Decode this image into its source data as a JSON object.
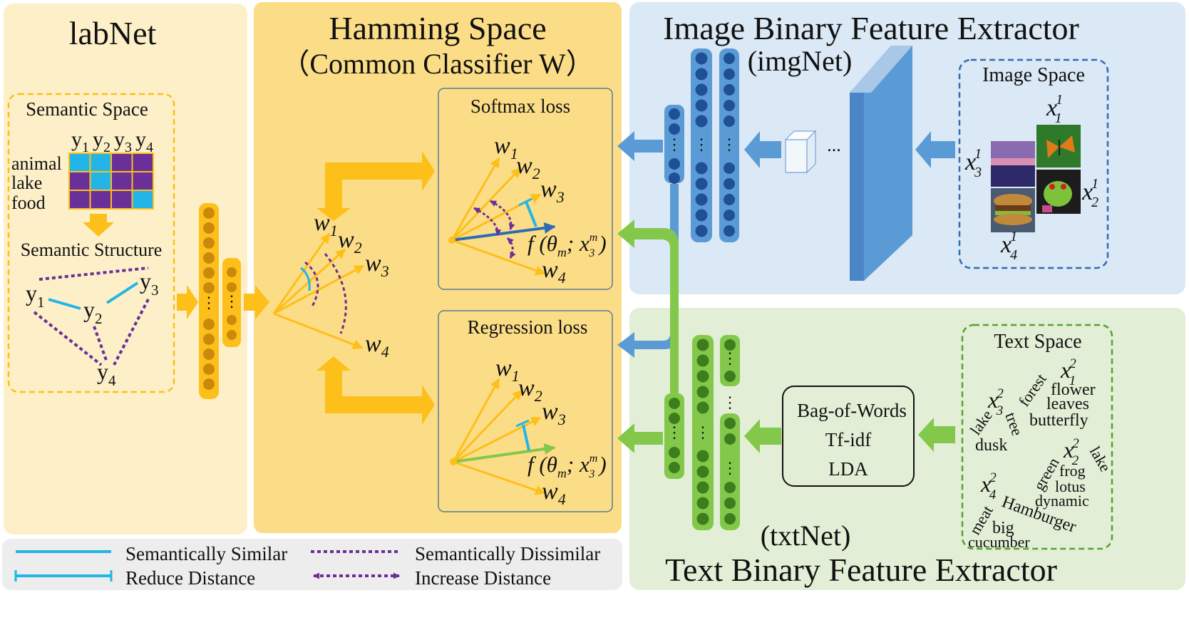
{
  "labnet": {
    "title": "labNet",
    "semantic_space_label": "Semantic Space",
    "y_labels": [
      "y",
      "y",
      "y",
      "y"
    ],
    "y_subs": [
      "1",
      "2",
      "3",
      "4"
    ],
    "row_labels": [
      "animal",
      "lake",
      "food"
    ],
    "grid_pattern": [
      [
        "cyan",
        "cyan",
        "purple",
        "purple"
      ],
      [
        "purple",
        "cyan",
        "purple",
        "purple"
      ],
      [
        "purple",
        "purple",
        "purple",
        "cyan"
      ]
    ],
    "semantic_structure_label": "Semantic Structure",
    "nodes": [
      {
        "v": "y",
        "s": "1"
      },
      {
        "v": "y",
        "s": "2"
      },
      {
        "v": "y",
        "s": "3"
      },
      {
        "v": "y",
        "s": "4"
      }
    ]
  },
  "hamming": {
    "title": "Hamming Space",
    "subtitle": "（Common Classifier W）",
    "softmax_label": "Softmax loss",
    "regression_label": "Regression loss",
    "w": [
      {
        "v": "w",
        "s": "1"
      },
      {
        "v": "w",
        "s": "2"
      },
      {
        "v": "w",
        "s": "3"
      },
      {
        "v": "w",
        "s": "4"
      }
    ],
    "f_text": "f (θ",
    "f_sub": "m",
    "f_mid": "; x",
    "f_sup": "m",
    "f_sub2": "3",
    "f_end": ")"
  },
  "imgnet": {
    "title": "Image Binary Feature Extractor",
    "subtitle": "(imgNet)",
    "space_label": "Image Space",
    "ellipsis": "...",
    "dots": "⋮",
    "x_labels": [
      {
        "v": "x",
        "sub": "1",
        "sup": "1"
      },
      {
        "v": "x",
        "sub": "2",
        "sup": "1"
      },
      {
        "v": "x",
        "sub": "3",
        "sup": "1"
      },
      {
        "v": "x",
        "sub": "4",
        "sup": "1"
      }
    ]
  },
  "txtnet": {
    "title": "Text Binary Feature Extractor",
    "subtitle": "(txtNet)",
    "space_label": "Text Space",
    "methods": [
      "Bag-of-Words",
      "Tf-idf",
      "LDA"
    ],
    "x_labels": [
      {
        "v": "x",
        "sub": "1",
        "sup": "2"
      },
      {
        "v": "x",
        "sub": "2",
        "sup": "2"
      },
      {
        "v": "x",
        "sub": "3",
        "sup": "2"
      },
      {
        "v": "x",
        "sub": "4",
        "sup": "2"
      }
    ],
    "words": [
      "forest",
      "flower",
      "leaves",
      "butterfly",
      "lake",
      "tree",
      "dusk",
      "green",
      "frog",
      "lake",
      "lotus",
      "dynamic",
      "meat",
      "Hamburger",
      "big",
      "cucumber"
    ]
  },
  "legend": {
    "similar": "Semantically Similar",
    "dissimilar": "Semantically Dissimilar",
    "reduce": "Reduce Distance",
    "increase": "Increase Distance"
  },
  "colors": {
    "labnet_bg": "#fdf0c8",
    "hamming_bg": "#fcdd87",
    "img_bg": "#dbe8f5",
    "txt_bg": "#e2efd6",
    "legend_bg": "#ededed",
    "orange": "#fdbf19",
    "cyan": "#23b5e8",
    "purple": "#6a2f98",
    "blue": "#5b9bd5",
    "green": "#83c84a"
  }
}
